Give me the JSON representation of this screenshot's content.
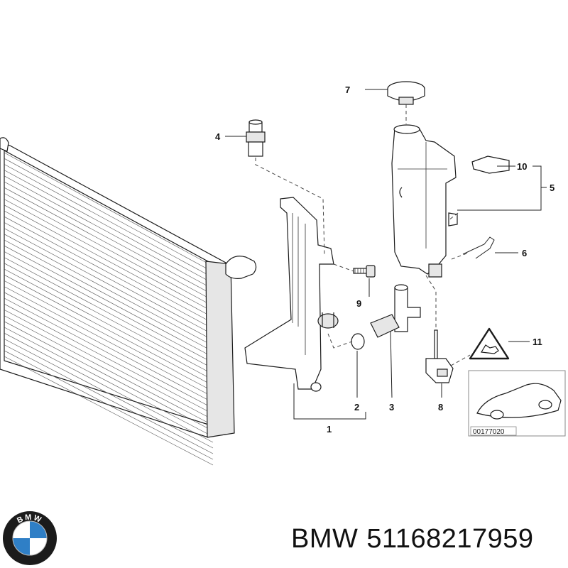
{
  "callouts": [
    {
      "id": "1",
      "text": "1"
    },
    {
      "id": "2",
      "text": "2"
    },
    {
      "id": "3",
      "text": "3"
    },
    {
      "id": "4",
      "text": "4"
    },
    {
      "id": "5",
      "text": "5"
    },
    {
      "id": "6",
      "text": "6"
    },
    {
      "id": "7",
      "text": "7"
    },
    {
      "id": "8",
      "text": "8"
    },
    {
      "id": "9",
      "text": "9"
    },
    {
      "id": "10",
      "text": "10"
    },
    {
      "id": "11",
      "text": "11"
    }
  ],
  "reference_code": "00177020",
  "caption": {
    "brand": "BMW",
    "part_number": "51168217959"
  },
  "logo": {
    "text": "BMW",
    "colors": {
      "ring": "#1b1b1b",
      "blue": "#2f7fc6",
      "white": "#ffffff"
    }
  }
}
